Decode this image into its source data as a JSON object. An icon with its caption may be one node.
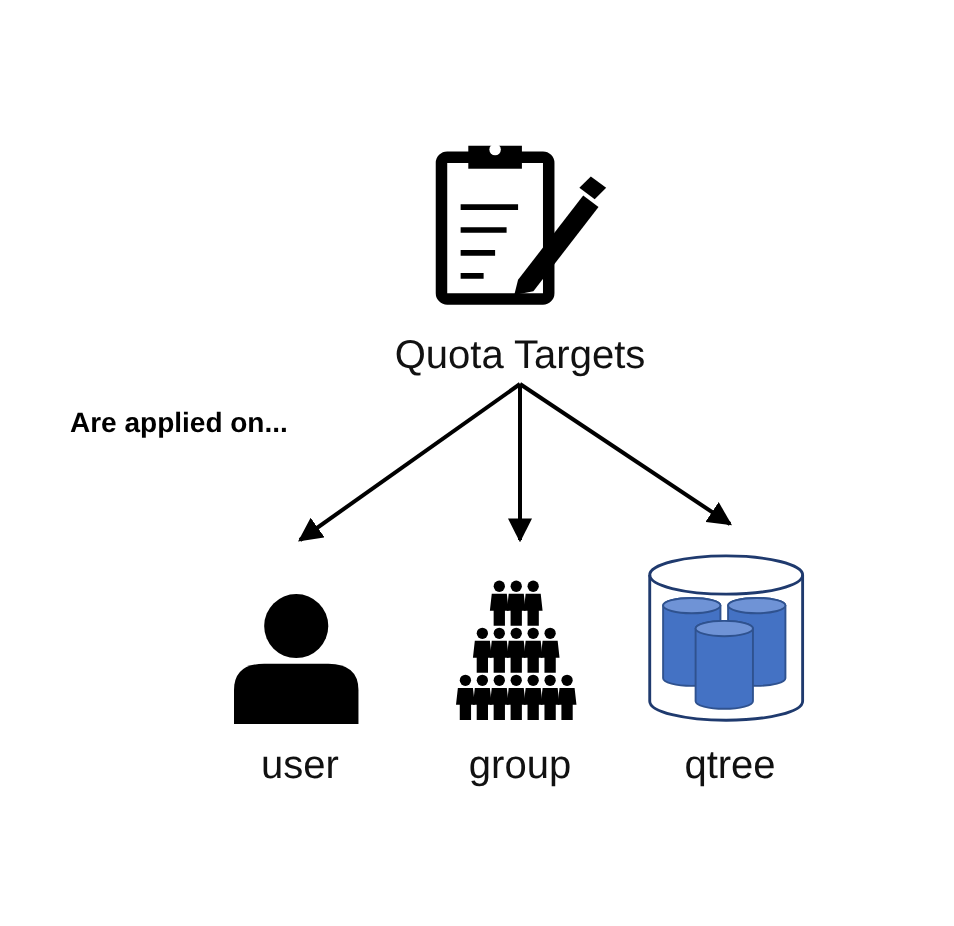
{
  "diagram": {
    "nodes": [
      {
        "text": [
          "Quota Targets"
        ]
      },
      {
        "text": [
          "user"
        ]
      },
      {
        "text": [
          "group"
        ]
      },
      {
        "text": [
          "qtree"
        ]
      }
    ],
    "edges": [
      {
        "from": 0,
        "to": 1,
        "arrow": "to"
      },
      {
        "from": 0,
        "to": 2,
        "arrow": "to"
      },
      {
        "from": 0,
        "to": 3,
        "arrow": "to"
      }
    ],
    "labels": [
      "Are applied on..."
    ]
  }
}
